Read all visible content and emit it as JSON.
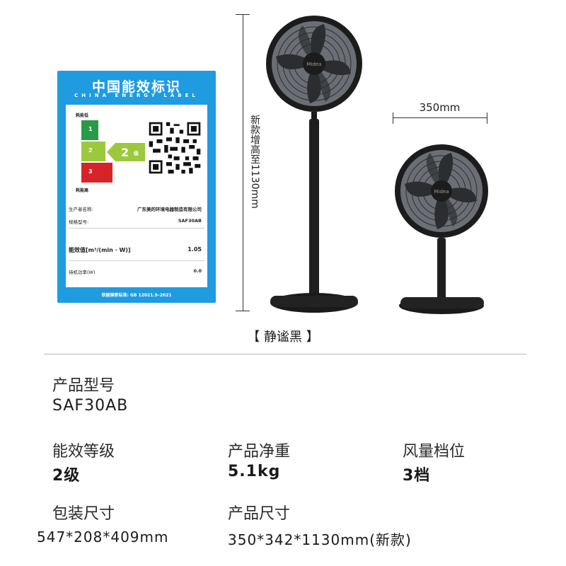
{
  "energy_label": {
    "title": "中国能效标识",
    "subtitle": "CHINA ENERGY LABEL",
    "low_label": "耗能低",
    "high_label": "耗能高",
    "grades": [
      "1",
      "2",
      "3"
    ],
    "current_grade": "2",
    "grade_suffix": "级",
    "manufacturer_key": "生产者名称:",
    "manufacturer_value": "广东美的环境电器制造有限公司",
    "model_key": "规格型号:",
    "model_value": "SAF30AB",
    "efficiency_key": "能效值[m³/(min · W)]",
    "efficiency_value": "1.05",
    "standby_key": "待机功率(W)",
    "standby_value": "0.0",
    "footer": "依据国家标准: GB 12021.9–2021",
    "colors": {
      "background": "#1f9be0",
      "grade1": "#2b9a46",
      "grade2": "#9cc83e",
      "grade3": "#d6242a"
    }
  },
  "dimensions": {
    "height_label": "新款增高至1130mm",
    "width_label": "350mm"
  },
  "fan_brand": "Midea",
  "color_name": "【 静谧黑 】",
  "specs": {
    "model_label": "产品型号",
    "model_value": "SAF30AB",
    "grade_label": "能效等级",
    "grade_value": "2级",
    "weight_label": "产品净重",
    "weight_value": "5.1kg",
    "speed_label": "风量档位",
    "speed_value": "3档",
    "package_label": "包装尺寸",
    "package_value": "547*208*409mm",
    "product_size_label": "产品尺寸",
    "product_size_value": "350*342*1130mm(新款)"
  }
}
